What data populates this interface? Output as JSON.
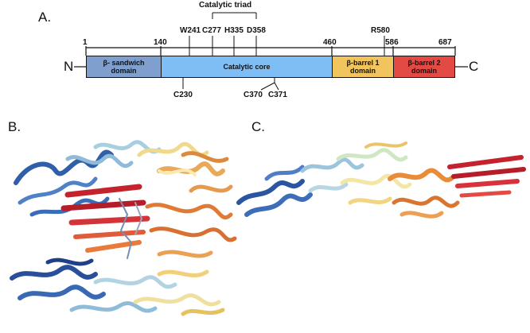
{
  "panels": {
    "a": "A.",
    "b": "B.",
    "c": "C."
  },
  "termini": {
    "n": "N",
    "c": "C"
  },
  "positions": {
    "p1": "1",
    "p140": "140",
    "p460": "460",
    "p586": "586",
    "p687": "687"
  },
  "catalytic_triad": {
    "title": "Catalytic triad",
    "residues": [
      "C277",
      "H335",
      "D358"
    ]
  },
  "residues_above": {
    "w241": "W241",
    "c277": "C277",
    "h335": "H335",
    "d358": "D358",
    "r580": "R580"
  },
  "residues_below": {
    "c230": "C230",
    "c370": "C370",
    "c371": "C371"
  },
  "domains": [
    {
      "label_line1": "β- sandwich",
      "label_line2": "domain",
      "start": 1,
      "end": 140,
      "color": "#7f9fce"
    },
    {
      "label_line1": "Catalytic core",
      "label_line2": "",
      "start": 140,
      "end": 460,
      "color": "#7fbef4"
    },
    {
      "label_line1": "β-barrel 1",
      "label_line2": "domain",
      "start": 460,
      "end": 586,
      "color": "#f2c45e"
    },
    {
      "label_line1": "β-barrel 2",
      "label_line2": "domain",
      "start": 586,
      "end": 687,
      "color": "#e24a43"
    }
  ]
}
